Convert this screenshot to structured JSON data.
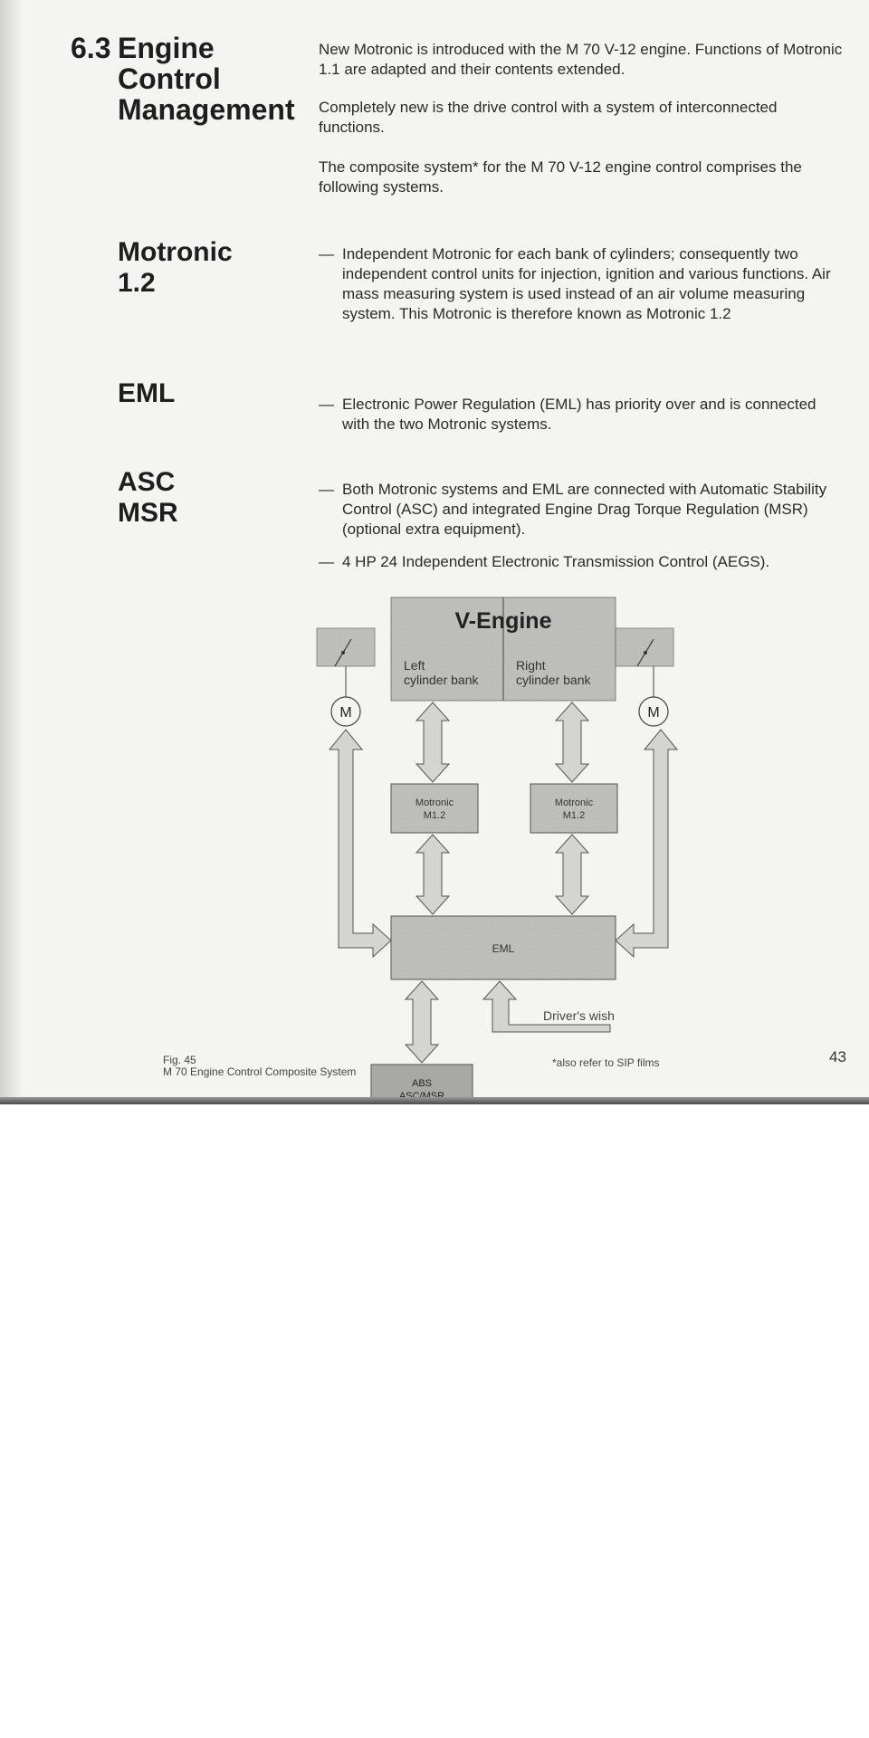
{
  "section": {
    "number": "6.3",
    "title_line1": "Engine",
    "title_line2": "Control",
    "title_line3": "Management"
  },
  "side_headings": {
    "motronic_line1": "Motronic",
    "motronic_line2": "1.2",
    "eml": "EML",
    "asc": "ASC",
    "msr": "MSR"
  },
  "paragraphs": [
    "New Motronic is introduced with the M 70 V-12 engine. Functions of Motronic 1.1 are adapted and their contents extended.",
    "Completely new is the drive control with a system of interconnected functions.",
    "The composite system* for the M 70 V-12 engine control comprises the following systems."
  ],
  "bullets": [
    "Independent Motronic for each bank of cylinders; consequently two independent control units for injection, ignition and various functions. Air mass measuring system is used instead of an air volume measuring system. This Motronic is therefore known as Motronic 1.2",
    "Electronic Power Regulation (EML) has priority over and is connected with the two Motronic systems.",
    "Both Motronic systems and EML are connected with Automatic Stability Control (ASC) and integrated Engine Drag Torque Regulation (MSR) (optional extra equipment).",
    "4 HP 24 Independent Electronic Transmission Control (AEGS)."
  ],
  "bullet_dash": "—",
  "diagram": {
    "engine_title": "V-Engine",
    "left_bank_line1": "Left",
    "left_bank_line2": "cylinder bank",
    "right_bank_line1": "Right",
    "right_bank_line2": "cylinder bank",
    "motor_symbol": "M",
    "motronic_left_line1": "Motronic",
    "motronic_left_line2": "M1.2",
    "motronic_right_line1": "Motronic",
    "motronic_right_line2": "M1.2",
    "eml": "EML",
    "drivers_wish": "Driver's wish",
    "abs_line1": "ABS",
    "abs_line2": "ASC/MSR",
    "colors": {
      "box_fill": "#c9c9c7",
      "box_dark": "#a9a9a7",
      "arrow_fill": "#cfcfcd",
      "stroke": "#555555"
    }
  },
  "caption_line1": "Fig. 45",
  "caption_line2": "M 70 Engine Control Composite System",
  "footnote": "*also refer to SIP films",
  "page_number": "43"
}
